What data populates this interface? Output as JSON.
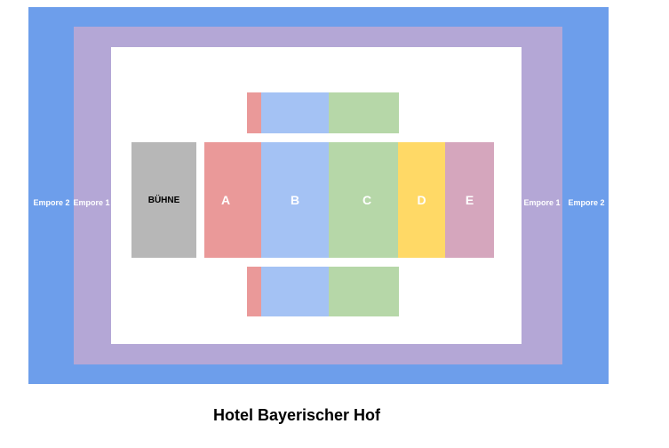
{
  "title": "Hotel Bayerischer Hof",
  "areas": {
    "empore2": "Empore 2",
    "empore1": "Empore 1",
    "stage": "BÜHNE",
    "a": "A",
    "b": "B",
    "c": "C",
    "d": "D",
    "e": "E"
  },
  "colors": {
    "empore2": "#6d9eeb",
    "empore1": "#b4a7d6",
    "stage": "#b7b7b7",
    "a": "#ea9999",
    "b": "#a4c2f4",
    "c": "#b6d7a8",
    "d": "#ffd966",
    "e": "#d5a6bd"
  }
}
